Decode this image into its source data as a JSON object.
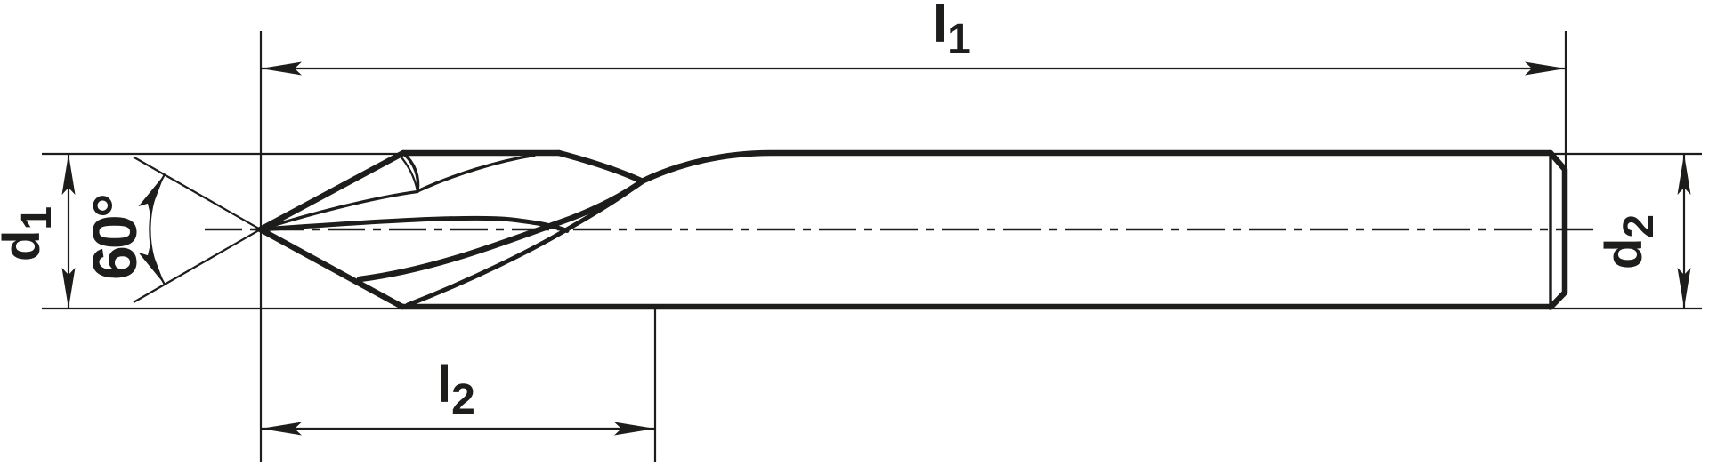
{
  "drawing": {
    "type": "technical-drawing",
    "subject": "spot-drill-side-view",
    "labels": {
      "l1": {
        "main": "l",
        "sub": "1"
      },
      "l2": {
        "main": "l",
        "sub": "2"
      },
      "d1": {
        "main": "d",
        "sub": "1"
      },
      "d2": {
        "main": "d",
        "sub": "2"
      },
      "point_angle": "60°"
    },
    "colors": {
      "line": "#1d1d1b",
      "background": "#ffffff"
    }
  }
}
